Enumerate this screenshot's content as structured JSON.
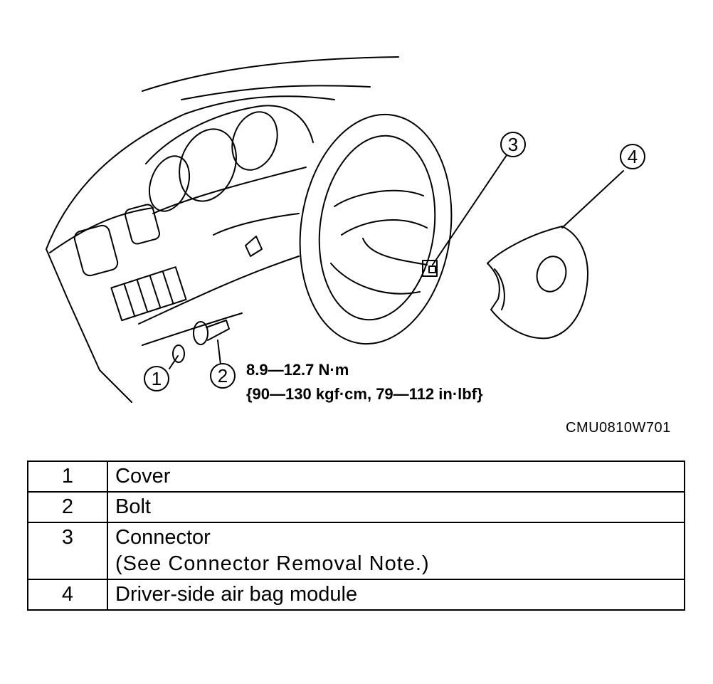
{
  "callouts": [
    "1",
    "2",
    "3",
    "4"
  ],
  "torque": {
    "line1": "8.9—12.7 N·m",
    "line2": "{90—130 kgf·cm, 79—112 in·lbf}"
  },
  "figure_code": "CMU0810W701",
  "legend": [
    {
      "num": "1",
      "desc": "Cover",
      "note": ""
    },
    {
      "num": "2",
      "desc": "Bolt",
      "note": ""
    },
    {
      "num": "3",
      "desc": "Connector",
      "note": "(See Connector Removal Note.)"
    },
    {
      "num": "4",
      "desc": "Driver-side air bag module",
      "note": ""
    }
  ]
}
